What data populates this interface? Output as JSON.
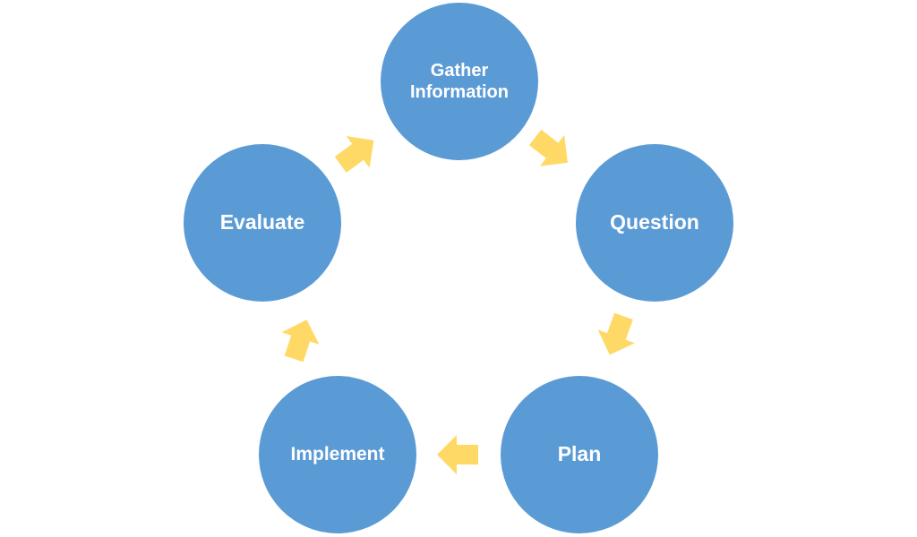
{
  "colors": {
    "node_fill": "#5b9bd5",
    "node_text": "#ffffff",
    "arrow_fill": "#ffd966",
    "background": "#ffffff"
  },
  "nodes": {
    "gather": "Gather\nInformation",
    "question": "Question",
    "plan": "Plan",
    "implement": "Implement",
    "evaluate": "Evaluate"
  },
  "cycle_order": [
    "gather",
    "question",
    "plan",
    "implement",
    "evaluate"
  ],
  "arrow_icon": "block-arrow-icon"
}
